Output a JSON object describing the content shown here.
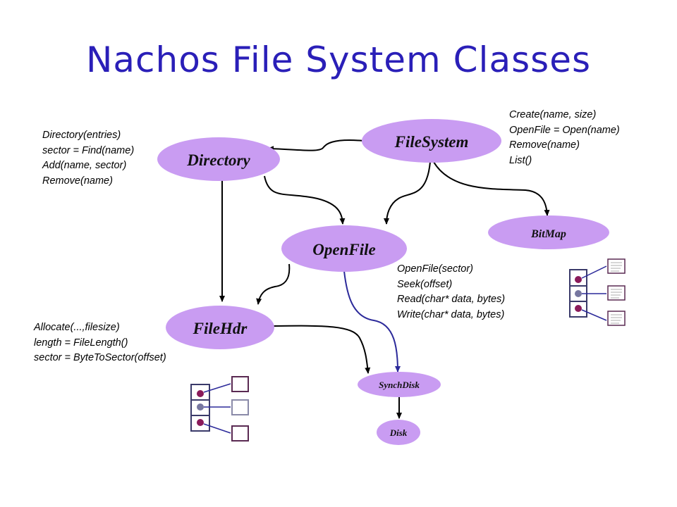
{
  "title": "Nachos File System Classes",
  "colors": {
    "title": "#2a1fb8",
    "node_fill": "#c99cf2",
    "edge_black": "#000000",
    "edge_blue": "#2c2a9a",
    "bullet_purple": "#8a1a5a",
    "bullet_gray": "#7777a0",
    "box_border": "#5a2a52"
  },
  "nodes": {
    "filesystem": "FileSystem",
    "directory": "Directory",
    "openfile": "OpenFile",
    "bitmap": "BitMap",
    "filehdr": "FileHdr",
    "synchdisk": "SynchDisk",
    "disk": "Disk"
  },
  "notes": {
    "filesystem": [
      "Create(name, size)",
      "OpenFile = Open(name)",
      "Remove(name)",
      "List()"
    ],
    "directory": [
      "Directory(entries)",
      "sector = Find(name)",
      "Add(name, sector)",
      "Remove(name)"
    ],
    "openfile": [
      "OpenFile(sector)",
      "Seek(offset)",
      "Read(char* data, bytes)",
      "Write(char* data, bytes)"
    ],
    "filehdr": [
      "Allocate(...,filesize)",
      "length = FileLength()",
      "sector = ByteToSector(offset)"
    ]
  }
}
